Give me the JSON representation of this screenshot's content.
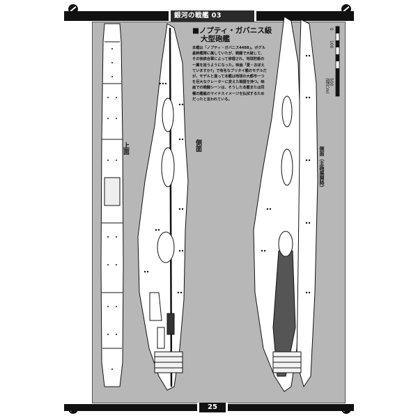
{
  "header": {
    "title": "銀河の戦艦 03"
  },
  "ship": {
    "title": "■ノプティ・ガバニス級",
    "subtitle": "大型砲艦",
    "description": "本艦は「ノプティ・ガバニス4488」。ボグル基幹艦隊に属していたが、戦闘で大破して、その後統合軍によって修理され、地球防衛の一翼を担うようになった。映画「愛・おぼえていますか?」で有名なブリタイ艦のモデルだが、モデルと違って本艦は地球の大都市一つを巨大なクレーターに変えた戦歴を持つ。映画での戦闘シーンは、そうした本艦または同種の艦艇のマイナスイメージを払拭するためだったと言われている。"
  },
  "views": {
    "top": "上面",
    "side": "側面",
    "section": "側面（主砲展開時）"
  },
  "scale": {
    "zero": "0",
    "mid": "100",
    "max": "500",
    "unit": "(縮尺m)"
  },
  "footer": {
    "page": "25"
  }
}
